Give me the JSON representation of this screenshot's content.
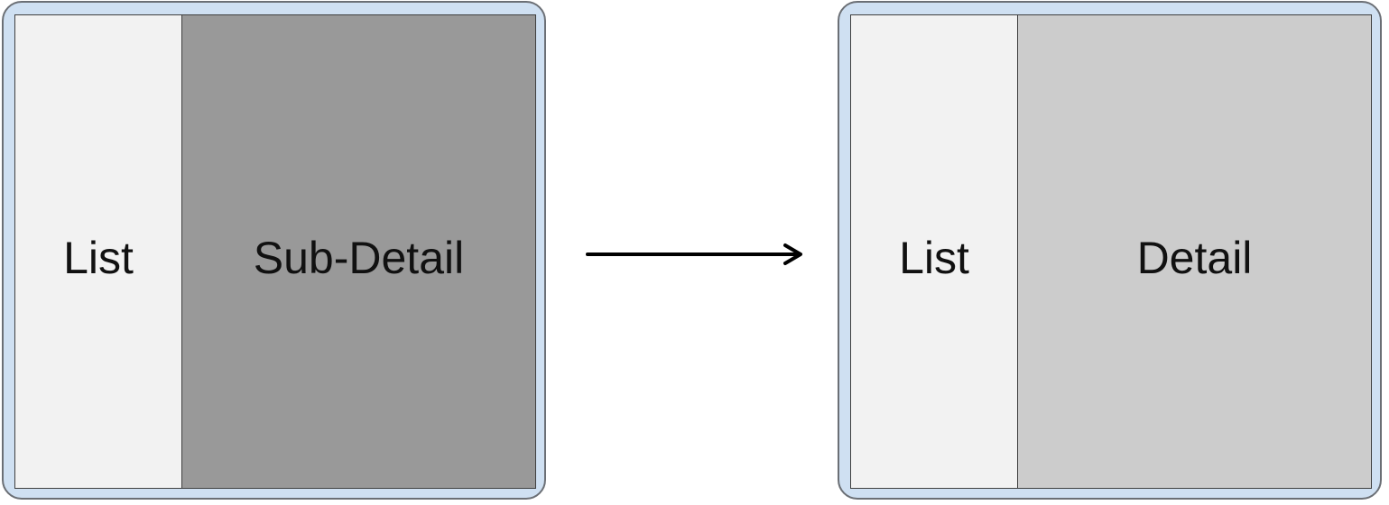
{
  "left_window": {
    "list_label": "List",
    "main_label": "Sub-Detail"
  },
  "right_window": {
    "list_label": "List",
    "main_label": "Detail"
  },
  "colors": {
    "frame_fill": "#cfe0f2",
    "list_pane": "#f2f2f2",
    "sub_detail_pane": "#999999",
    "detail_pane": "#cccccc",
    "arrow": "#000000"
  }
}
